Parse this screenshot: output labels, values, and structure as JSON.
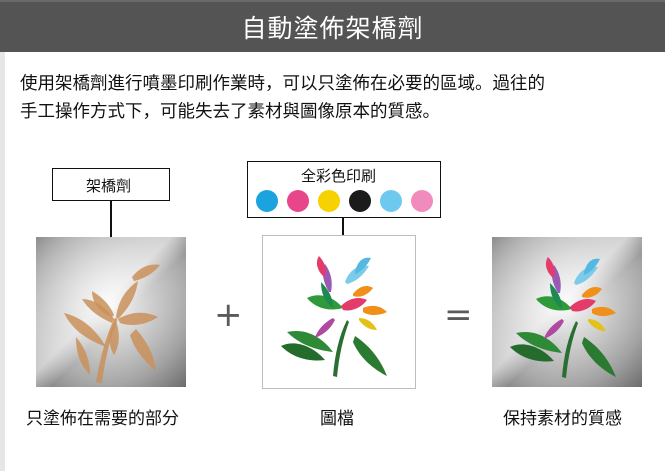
{
  "header": {
    "title": "自動塗佈架橋劑"
  },
  "description": {
    "line1": "使用架橋劑進行噴墨印刷作業時，可以只塗佈在必要的區域。過往的",
    "line2": "手工操作方式下，可能失去了素材與圖像原本的質感。"
  },
  "callouts": {
    "primer_label": "架橋劑",
    "color_label": "全彩色印刷"
  },
  "ink_dots": [
    {
      "name": "cyan",
      "color": "#1aa3df"
    },
    {
      "name": "magenta",
      "color": "#e8458b"
    },
    {
      "name": "yellow",
      "color": "#f7d100"
    },
    {
      "name": "black",
      "color": "#1b1b1b"
    },
    {
      "name": "light-cyan",
      "color": "#6ec9f0"
    },
    {
      "name": "light-magenta",
      "color": "#f28bbd"
    }
  ],
  "operators": {
    "plus": "+",
    "equals": "="
  },
  "captions": {
    "left": "只塗佈在需要的部分",
    "middle": "圖檔",
    "right": "保持素材的質感"
  },
  "colors": {
    "header_bg": "#545454",
    "primer_flower": "#c9915a",
    "leaf_green": "#2e8b3a",
    "metal_light": "#eeeeee",
    "metal_dark": "#8a8a8a"
  }
}
